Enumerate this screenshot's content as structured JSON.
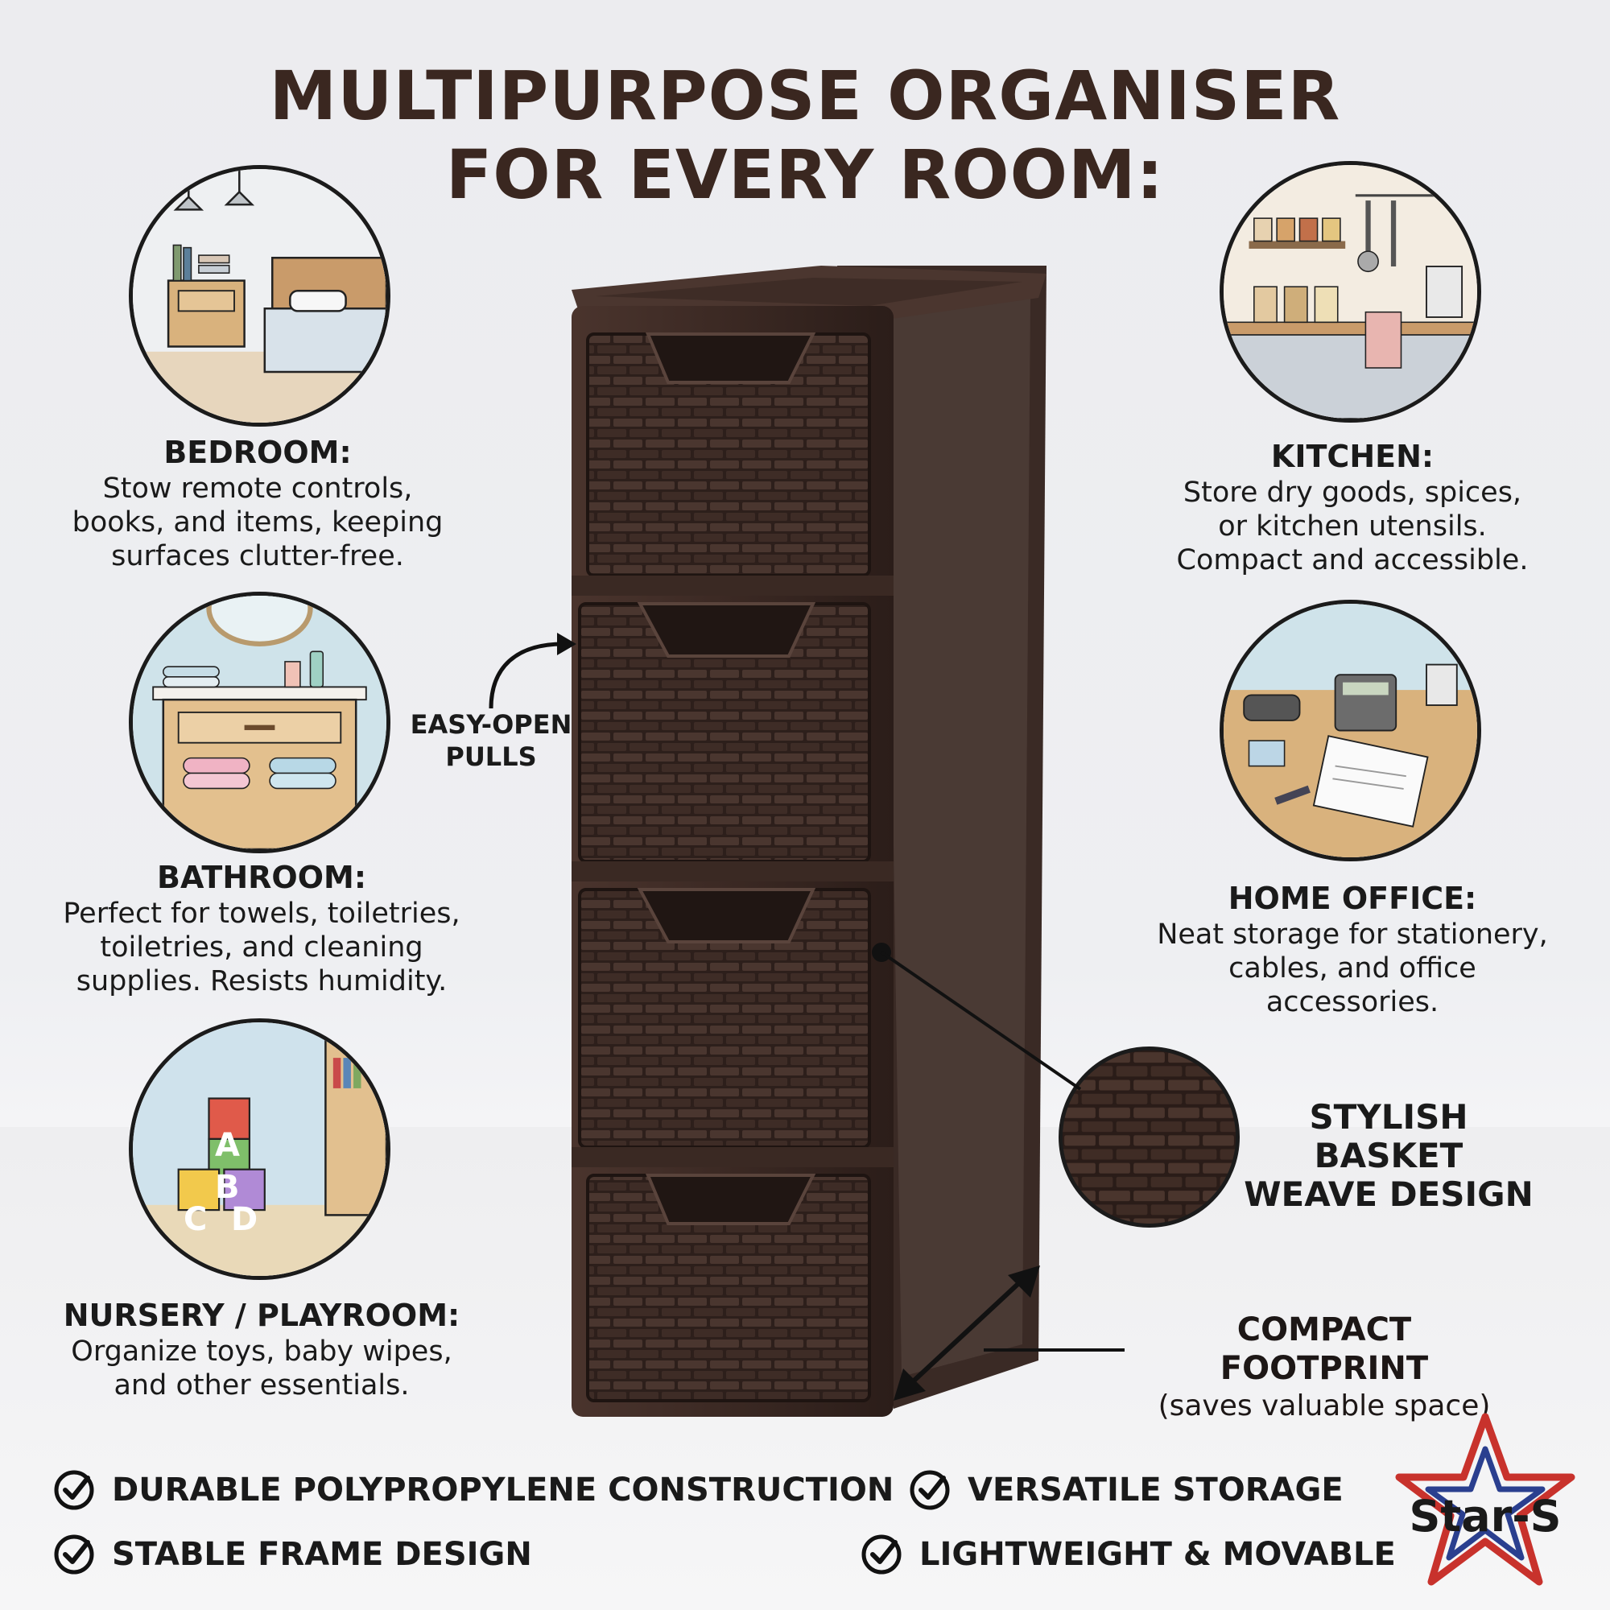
{
  "title": {
    "line1": "MULTIPURPOSE ORGANISER",
    "line2": "FOR EVERY ROOM:"
  },
  "rooms": {
    "bedroom": {
      "heading": "BEDROOM:",
      "text": "Stow remote controls,\nbooks, and items, keeping\nsurfaces clutter-free."
    },
    "bathroom": {
      "heading": "BATHROOM:",
      "text": "Perfect for towels, toiletries,\ntoiletries, and cleaning\nsupplies. Resists humidity."
    },
    "nursery": {
      "heading": "NURSERY / PLAYROOM:",
      "text": "Organize toys, baby wipes,\nand other essentials."
    },
    "kitchen": {
      "heading": "KITCHEN:",
      "text": "Store dry goods, spices,\nor kitchen utensils.\nCompact and accessible."
    },
    "office": {
      "heading": "HOME OFFICE:",
      "text": "Neat storage for stationery,\ncables, and office\naccessories."
    }
  },
  "callouts": {
    "pulls": "EASY-OPEN\nPULLS",
    "weave": "STYLISH BASKET\nWEAVE DESIGN",
    "footprint_title": "COMPACT FOOTPRINT",
    "footprint_sub": "(saves valuable space)"
  },
  "features": [
    "DURABLE POLYPROPYLENE CONSTRUCTION",
    "VERSATILE STORAGE",
    "STABLE FRAME DESIGN",
    "LIGHTWEIGHT & MOVABLE"
  ],
  "blocks_letters": [
    "A",
    "B",
    "C",
    "D"
  ],
  "brand": {
    "name": "Star-S"
  },
  "colors": {
    "frame": "#3d2a24",
    "heading": "#3a2720",
    "brand_red": "#c8322c",
    "brand_blue": "#2a3f8f"
  }
}
